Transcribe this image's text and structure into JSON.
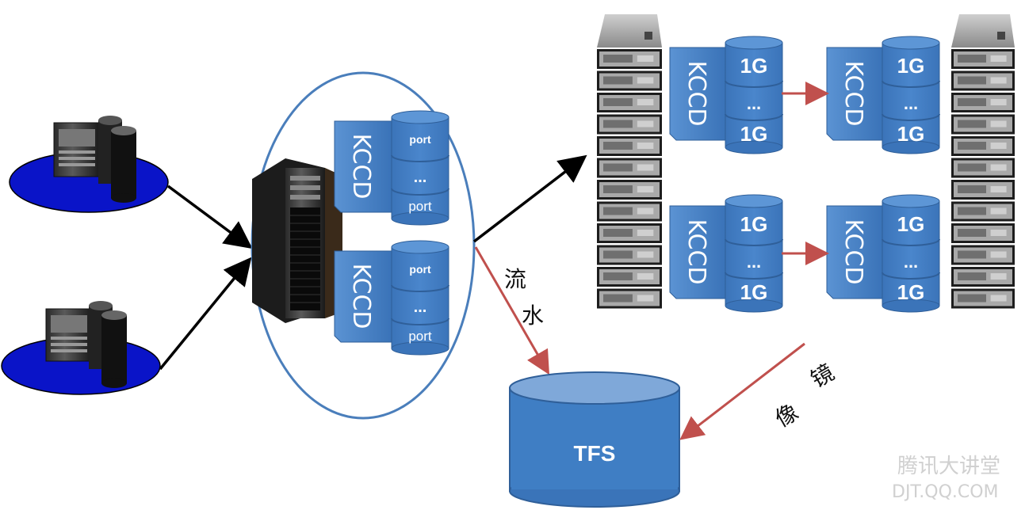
{
  "labels": {
    "kccd": "KCCD",
    "port_small": "port",
    "port": "port",
    "ellipsis": "...",
    "one_g": "1G",
    "tfs": "TFS",
    "flow_1": "流",
    "flow_2": "水",
    "mirror_1": "镜",
    "mirror_2": "像"
  },
  "watermark": {
    "line1": "腾讯大讲堂",
    "line2": "DJT.QQ.COM"
  },
  "colors": {
    "box_blue": "#3f7ec4",
    "ellipse_outline": "#4a7ebb",
    "platform_blue": "#0a14c8",
    "black_arrow": "#000000",
    "red_arrow": "#c0504d"
  }
}
